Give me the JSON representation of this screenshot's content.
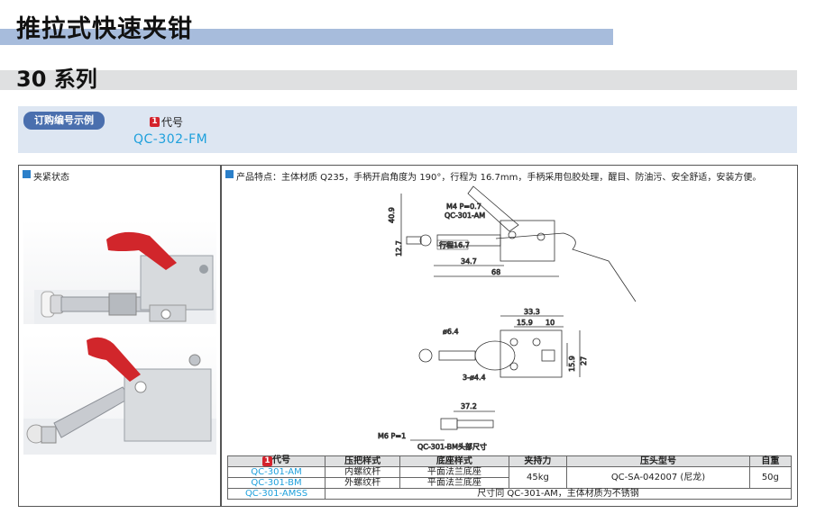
{
  "header": {
    "title": "推拉式快速夹钳",
    "series": "30 系列"
  },
  "order": {
    "tag": "订购编号示例",
    "badge": "1",
    "code_label": "代号",
    "code_value": "QC-302-FM"
  },
  "left_panel": {
    "title": "夹紧状态"
  },
  "right_panel": {
    "title": "产品特点：主体材质 Q235，手柄开启角度为 190°，行程为 16.7mm，手柄采用包胶处理，醒目、防油污、安全舒适，安装方便。"
  },
  "drawing": {
    "top_view": {
      "label_thread": "M4 P=0.7",
      "label_model": "QC-301-AM",
      "h_total": "40.9",
      "h_small": "12.7",
      "stroke": "行程16.7",
      "len1": "34.7",
      "len2": "68"
    },
    "plan_view": {
      "w1": "33.3",
      "w2": "15.9",
      "w3": "10",
      "dia": "ø6.4",
      "holes": "3-ø4.4",
      "h1": "15.9",
      "h2": "27"
    },
    "head_view": {
      "len": "37.2",
      "thread": "M6  P=1",
      "caption": "QC-301-BM头部尺寸"
    }
  },
  "table": {
    "headers": [
      "代号",
      "压把样式",
      "底座样式",
      "夹持力",
      "压头型号",
      "自重"
    ],
    "header_badge": "1",
    "rows": [
      {
        "model": "QC-301-AM",
        "handle": "内螺纹杆",
        "base": "平面法兰底座"
      },
      {
        "model": "QC-301-BM",
        "handle": "外螺纹杆",
        "base": "平面法兰底座"
      },
      {
        "model": "QC-301-AMSS"
      }
    ],
    "force": "45kg",
    "head_model": "QC-SA-042007 (尼龙)",
    "weight": "50g",
    "note": "尺寸同 QC-301-AM，主体材质为不锈钢"
  }
}
